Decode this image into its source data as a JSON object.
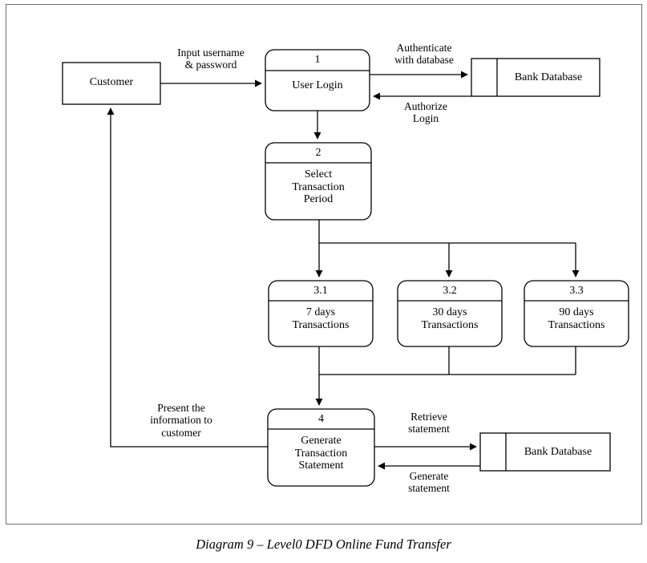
{
  "caption": "Diagram 9 – Level0 DFD Online Fund Transfer",
  "diagram": {
    "type": "data-flow-diagram",
    "level": "Level0",
    "title": "Online Fund Transfer",
    "external_entities": [
      {
        "id": "customer",
        "label": "Customer"
      }
    ],
    "data_stores": [
      {
        "id": "bank-database-top",
        "label": "Bank Database"
      },
      {
        "id": "bank-database-bottom",
        "label": "Bank Database"
      }
    ],
    "processes": [
      {
        "id": "p1",
        "number": "1",
        "label": "User Login"
      },
      {
        "id": "p2",
        "number": "2",
        "label": "Select\nTransaction\nPeriod"
      },
      {
        "id": "p31",
        "number": "3.1",
        "label": "7 days\nTransactions"
      },
      {
        "id": "p32",
        "number": "3.2",
        "label": "30 days\nTransactions"
      },
      {
        "id": "p33",
        "number": "3.3",
        "label": "90 days\nTransactions"
      },
      {
        "id": "p4",
        "number": "4",
        "label": "Generate\nTransaction\nStatement"
      }
    ],
    "flows": [
      {
        "id": "f1",
        "from": "customer",
        "to": "p1",
        "label": "Input username\n& password"
      },
      {
        "id": "f2",
        "from": "p1",
        "to": "bank-database-top",
        "label": "Authenticate\nwith database"
      },
      {
        "id": "f3",
        "from": "bank-database-top",
        "to": "p1",
        "label": "Authorize\nLogin"
      },
      {
        "id": "f4",
        "from": "p1",
        "to": "p2",
        "label": ""
      },
      {
        "id": "f5",
        "from": "p2",
        "to": "p31",
        "label": ""
      },
      {
        "id": "f6",
        "from": "p2",
        "to": "p32",
        "label": ""
      },
      {
        "id": "f7",
        "from": "p2",
        "to": "p33",
        "label": ""
      },
      {
        "id": "f8",
        "from": "p31",
        "to": "p4",
        "label": ""
      },
      {
        "id": "f9",
        "from": "p32",
        "to": "p4",
        "label": ""
      },
      {
        "id": "f10",
        "from": "p33",
        "to": "p4",
        "label": ""
      },
      {
        "id": "f11",
        "from": "p4",
        "to": "bank-database-bottom",
        "label": "Retrieve\nstatement"
      },
      {
        "id": "f12",
        "from": "bank-database-bottom",
        "to": "p4",
        "label": "Generate\nstatement"
      },
      {
        "id": "f13",
        "from": "p4",
        "to": "customer",
        "label": "Present the\ninformation to\ncustomer"
      }
    ],
    "colors": {
      "stroke": "#000000",
      "background": "#ffffff",
      "border": "#6f6f6f"
    }
  }
}
